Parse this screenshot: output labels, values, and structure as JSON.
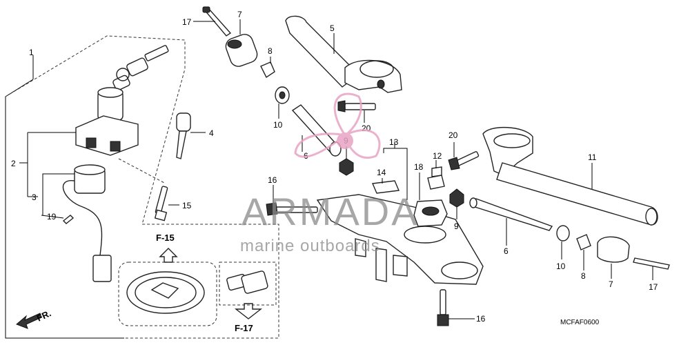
{
  "diagram": {
    "callouts": {
      "p1": "1",
      "p2": "2",
      "p3": "3",
      "p4": "4",
      "p5": "5",
      "p6a": "6",
      "p6b": "6",
      "p7a": "7",
      "p7b": "7",
      "p8a": "8",
      "p8b": "8",
      "p9a": "9",
      "p9b": "9",
      "p10a": "10",
      "p10b": "10",
      "p11": "11",
      "p12": "12",
      "p13": "13",
      "p14": "14",
      "p15": "15",
      "p16a": "16",
      "p16b": "16",
      "p17a": "17",
      "p17b": "17",
      "p18": "18",
      "p19": "19",
      "p20a": "20",
      "p20b": "20"
    },
    "refs": {
      "f15": "F-15",
      "f17": "F-17",
      "fr": "FR."
    },
    "drawing_code": "MCFAF0600"
  },
  "watermark": {
    "brand": "ARMADA",
    "tagline": "marine outboards",
    "color": "#e8a3c4"
  }
}
